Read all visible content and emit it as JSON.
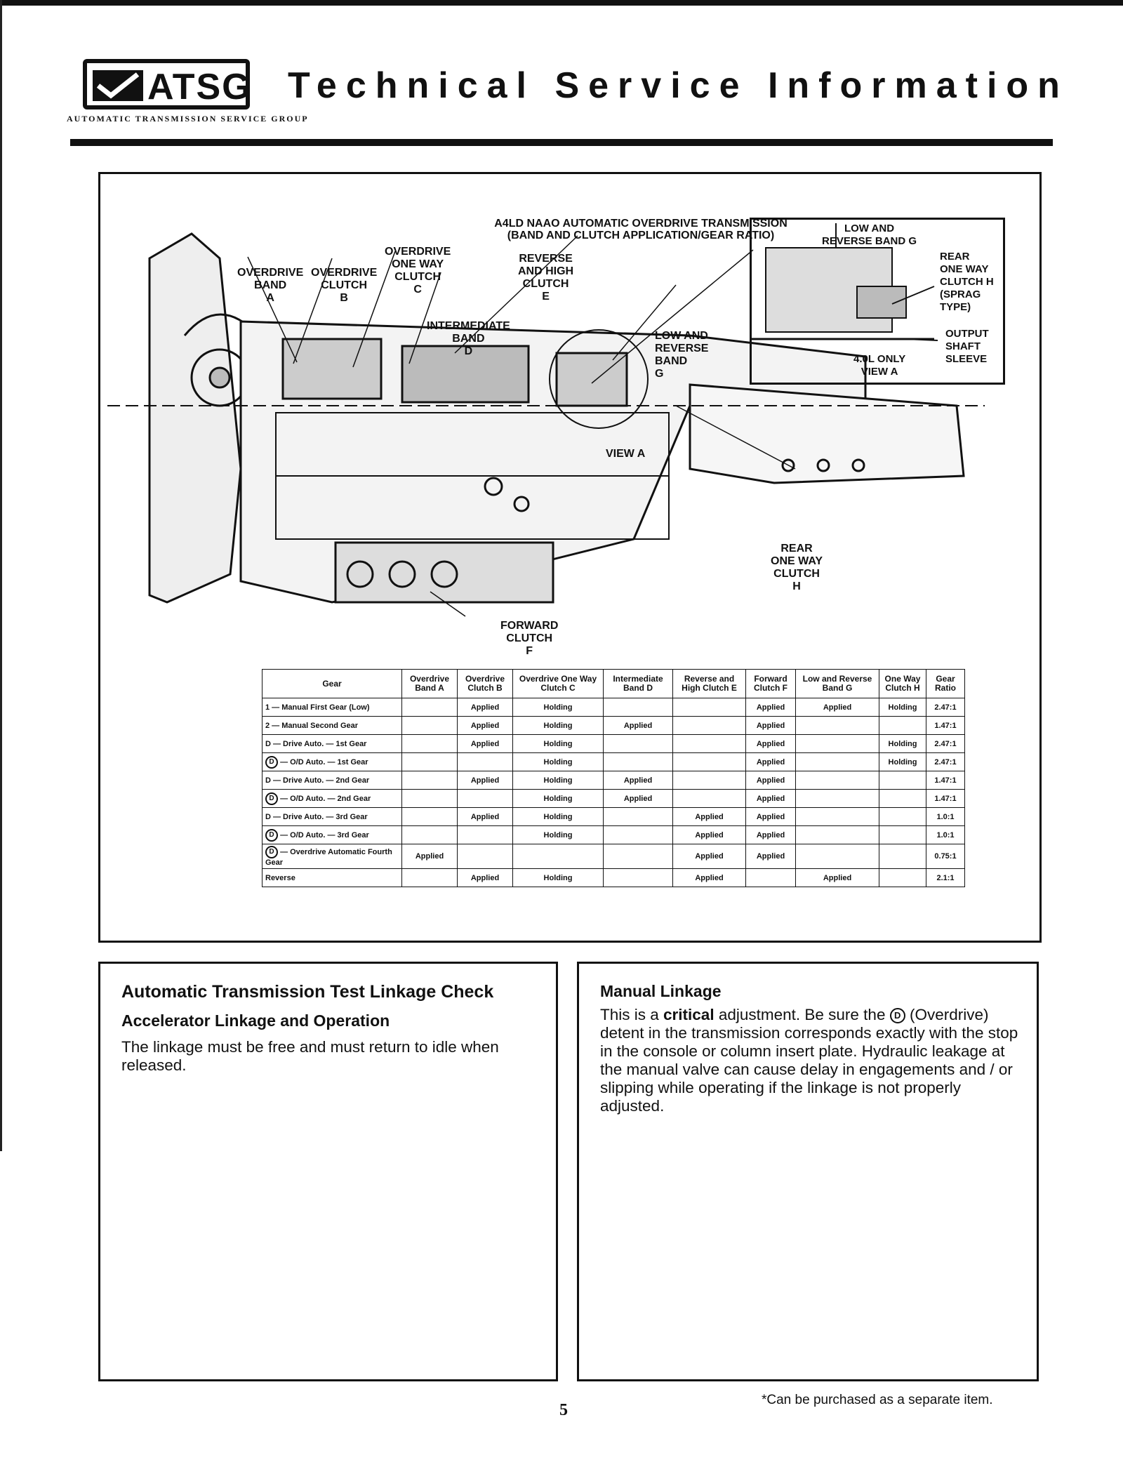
{
  "header": {
    "logo_text": "ATSG",
    "logo_ring_text": "AUTOMATIC TRANSMISSION SERVICE GROUP",
    "title": "Technical Service Information"
  },
  "figure": {
    "title_line1": "A4LD NAAO AUTOMATIC OVERDRIVE TRANSMISSION",
    "title_line2": "(BAND AND CLUTCH APPLICATION/GEAR RATIO)",
    "labels": {
      "od_band_a": [
        "OVERDRIVE",
        "BAND",
        "A"
      ],
      "od_clutch_b": [
        "OVERDRIVE",
        "CLUTCH",
        "B"
      ],
      "od_owc_c": [
        "OVERDRIVE",
        "ONE WAY",
        "CLUTCH",
        "C"
      ],
      "rev_high_e": [
        "REVERSE",
        "AND HIGH",
        "CLUTCH",
        "E"
      ],
      "int_band_d": [
        "INTERMEDIATE",
        "BAND",
        "D"
      ],
      "low_rev_band_g": [
        "LOW AND",
        "REVERSE",
        "BAND",
        "G"
      ],
      "rear_owc_h": [
        "REAR",
        "ONE WAY",
        "CLUTCH",
        "H"
      ],
      "fwd_clutch_f": [
        "FORWARD",
        "CLUTCH",
        "F"
      ],
      "view_a": "VIEW A"
    },
    "inset": {
      "top_label": [
        "LOW AND",
        "REVERSE BAND G"
      ],
      "right_label": [
        "REAR",
        "ONE WAY",
        "CLUTCH H",
        "(SPRAG",
        "TYPE)"
      ],
      "output_label": [
        "OUTPUT",
        "SHAFT",
        "SLEEVE"
      ],
      "caption": [
        "4.0L ONLY",
        "VIEW A"
      ]
    },
    "table": {
      "headers": [
        "Gear",
        "Overdrive Band A",
        "Overdrive Clutch B",
        "Overdrive One Way Clutch C",
        "Intermediate Band D",
        "Reverse and High Clutch E",
        "Forward Clutch F",
        "Low and Reverse Band G",
        "One Way Clutch H",
        "Gear Ratio"
      ],
      "rows": [
        {
          "gear": "1 — Manual First Gear (Low)",
          "od": false,
          "cells": [
            "",
            "Applied",
            "Holding",
            "",
            "",
            "Applied",
            "Applied",
            "Holding",
            "2.47:1"
          ]
        },
        {
          "gear": "2 — Manual Second Gear",
          "od": false,
          "cells": [
            "",
            "Applied",
            "Holding",
            "Applied",
            "",
            "Applied",
            "",
            "",
            "1.47:1"
          ]
        },
        {
          "gear": "D — Drive Auto. — 1st Gear",
          "od": false,
          "cells": [
            "",
            "Applied",
            "Holding",
            "",
            "",
            "Applied",
            "",
            "Holding",
            "2.47:1"
          ]
        },
        {
          "gear": "— O/D Auto. — 1st Gear",
          "od": true,
          "cells": [
            "",
            "",
            "Holding",
            "",
            "",
            "Applied",
            "",
            "Holding",
            "2.47:1"
          ]
        },
        {
          "gear": "D — Drive Auto. — 2nd Gear",
          "od": false,
          "cells": [
            "",
            "Applied",
            "Holding",
            "Applied",
            "",
            "Applied",
            "",
            "",
            "1.47:1"
          ]
        },
        {
          "gear": "— O/D Auto. — 2nd Gear",
          "od": true,
          "cells": [
            "",
            "",
            "Holding",
            "Applied",
            "",
            "Applied",
            "",
            "",
            "1.47:1"
          ]
        },
        {
          "gear": "D — Drive Auto. — 3rd Gear",
          "od": false,
          "cells": [
            "",
            "Applied",
            "Holding",
            "",
            "Applied",
            "Applied",
            "",
            "",
            "1.0:1"
          ]
        },
        {
          "gear": "— O/D Auto. — 3rd Gear",
          "od": true,
          "cells": [
            "",
            "",
            "Holding",
            "",
            "Applied",
            "Applied",
            "",
            "",
            "1.0:1"
          ]
        },
        {
          "gear": "— Overdrive Automatic Fourth Gear",
          "od": true,
          "cells": [
            "Applied",
            "",
            "",
            "",
            "Applied",
            "Applied",
            "",
            "",
            "0.75:1"
          ]
        },
        {
          "gear": "Reverse",
          "od": false,
          "cells": [
            "",
            "Applied",
            "Holding",
            "",
            "Applied",
            "",
            "Applied",
            "",
            "2.1:1"
          ]
        }
      ]
    }
  },
  "od_symbol": "D",
  "left_panel": {
    "heading": "Automatic Transmission Test Linkage Check",
    "subheading": "Accelerator Linkage and Operation",
    "body": "The linkage must be free and must return to idle when released."
  },
  "right_panel": {
    "heading": "Manual Linkage",
    "body_pre": "This is a ",
    "body_bold": "critical",
    "body_mid": " adjustment. Be sure the ",
    "body_post": " (Overdrive) detent in the transmission corresponds exactly with the stop in the console or column insert plate. Hydraulic leakage at the manual valve can cause delay in engagements and / or slipping while operating if the linkage is not properly adjusted."
  },
  "footnote": "*Can be purchased as a separate item.",
  "page_number": "5"
}
